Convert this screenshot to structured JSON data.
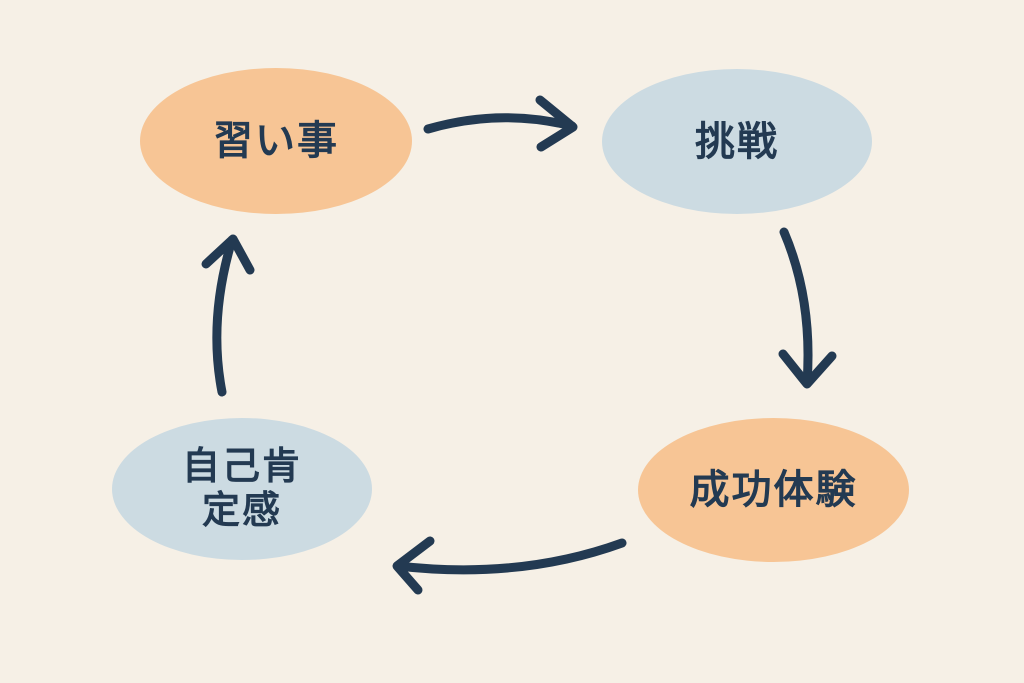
{
  "diagram": {
    "type": "cycle",
    "nodes": [
      {
        "id": "lessons",
        "label": "習い事",
        "color": "#f7c595"
      },
      {
        "id": "challenge",
        "label": "挑戦",
        "color": "#ccdbe2"
      },
      {
        "id": "success",
        "label": "成功体験",
        "color": "#f7c595"
      },
      {
        "id": "selfesteem",
        "label": "自己肯定感",
        "color": "#ccdbe2"
      }
    ],
    "edges": [
      {
        "from": "lessons",
        "to": "challenge"
      },
      {
        "from": "challenge",
        "to": "success"
      },
      {
        "from": "success",
        "to": "selfesteem"
      },
      {
        "from": "selfesteem",
        "to": "lessons"
      }
    ],
    "colors": {
      "background": "#f6f0e6",
      "arrow": "#233a52",
      "text": "#233a52"
    }
  }
}
